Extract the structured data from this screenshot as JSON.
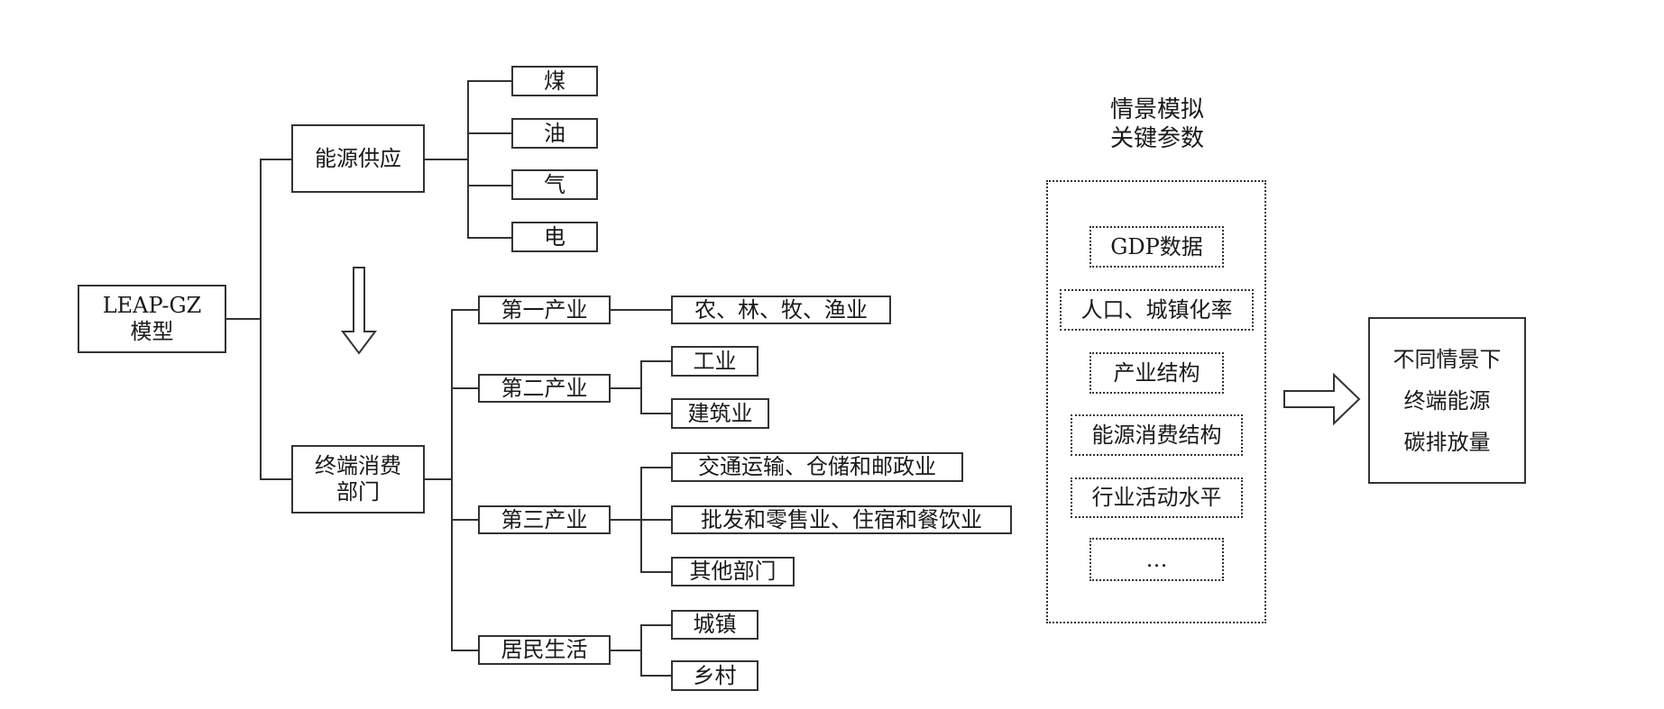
{
  "root": {
    "label": "LEAP-GZ\n模型"
  },
  "supply": {
    "label": "能源供应",
    "items": [
      "煤",
      "油",
      "气",
      "电"
    ]
  },
  "demand": {
    "label": "终端消费\n部门",
    "sectors": [
      {
        "label": "第一产业",
        "children": [
          "农、林、牧、渔业"
        ]
      },
      {
        "label": "第二产业",
        "children": [
          "工业",
          "建筑业"
        ]
      },
      {
        "label": "第三产业",
        "children": [
          "交通运输、仓储和邮政业",
          "批发和零售业、住宿和餐饮业",
          "其他部门"
        ]
      },
      {
        "label": "居民生活",
        "children": [
          "城镇",
          "乡村"
        ]
      }
    ]
  },
  "parameters": {
    "title": "情景模拟\n关键参数",
    "items": [
      "GDP数据",
      "人口、城镇化率",
      "产业结构",
      "能源消费结构",
      "行业活动水平",
      "…"
    ]
  },
  "result": {
    "label": "不同情景下\n终端能源\n碳排放量"
  }
}
